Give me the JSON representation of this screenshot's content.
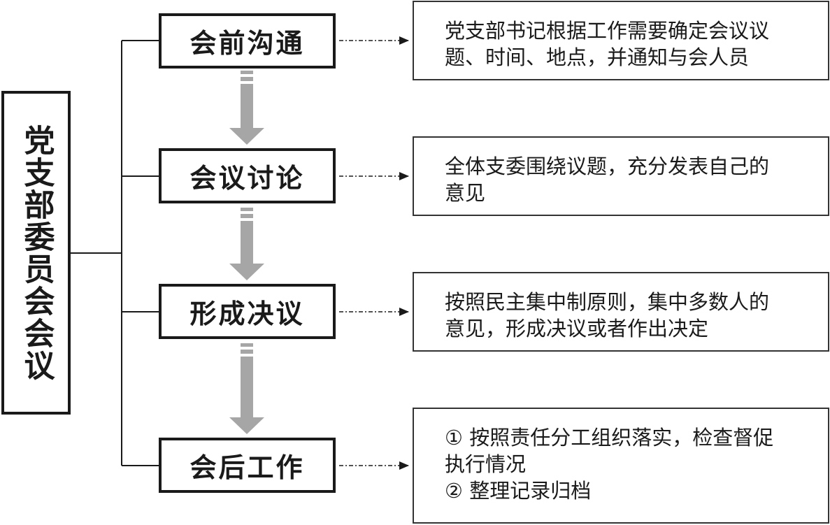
{
  "diagram": {
    "main_title": "党支部委员会会议",
    "steps": [
      {
        "label": "会前沟通",
        "description": "党支部书记根据工作需要确定会议议\n题、时间、地点，并通知与会人员"
      },
      {
        "label": "会议讨论",
        "description": "全体支委围绕议题，充分发表自己的\n意见"
      },
      {
        "label": "形成决议",
        "description": "按照民主集中制原则，集中多数人的\n意见，形成决议或者作出决定"
      },
      {
        "label": "会后工作",
        "description": "① 按照责任分工组织落实，检查督促\n执行情况\n② 整理记录归档"
      }
    ],
    "colors": {
      "box_border": "#1a1a1a",
      "flow_arrow": "#a6a6a6",
      "connector": "#1a1a1a"
    }
  }
}
